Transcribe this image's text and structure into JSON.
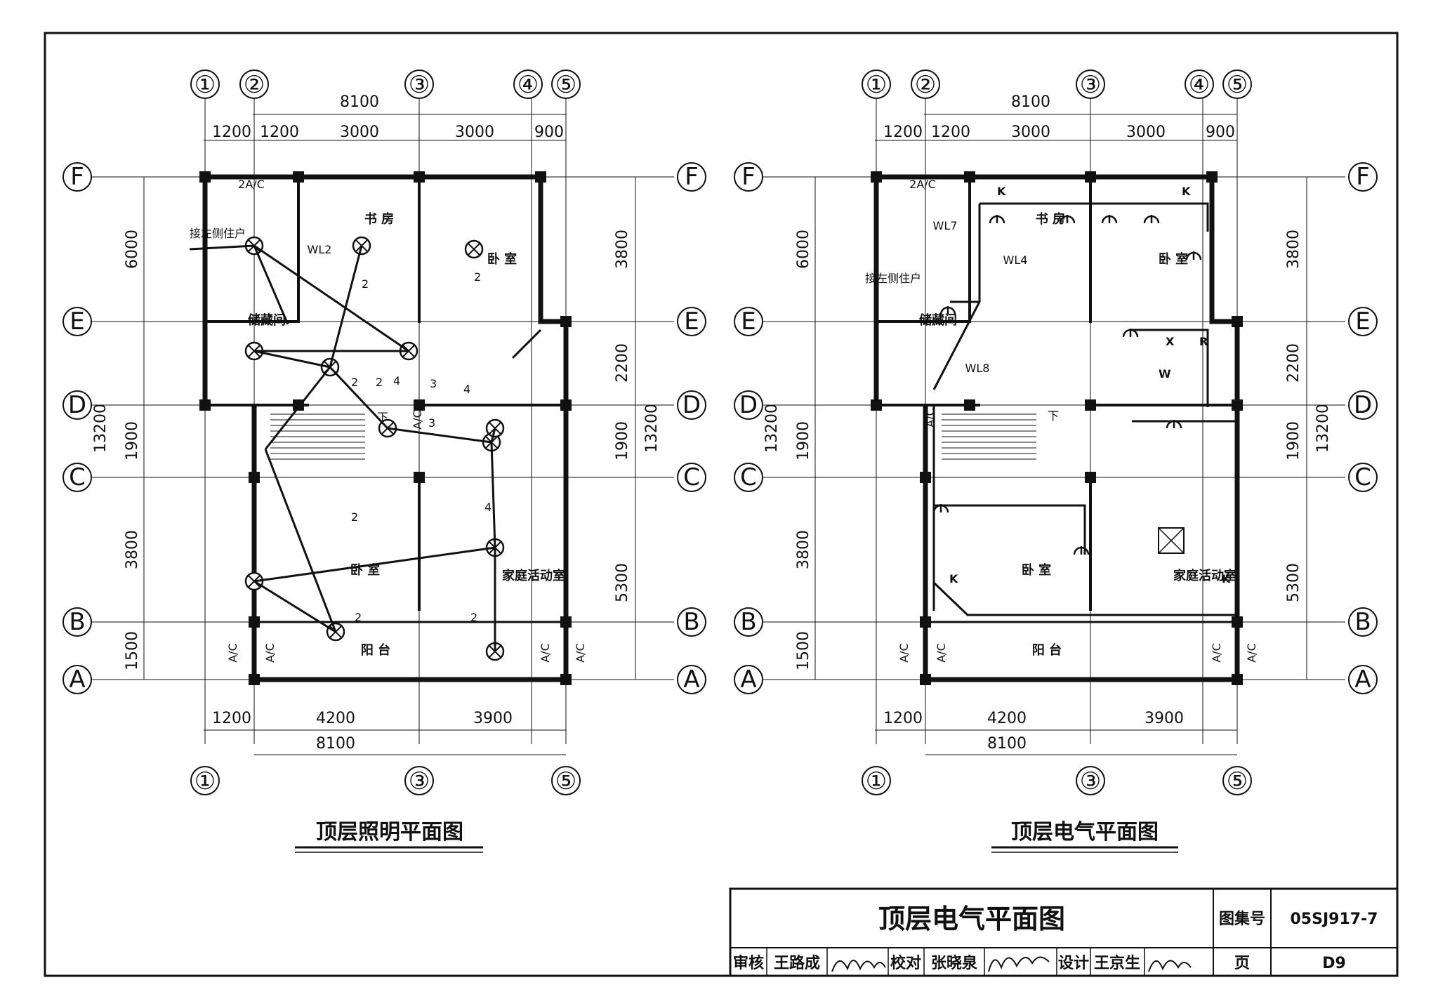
{
  "plans": [
    {
      "title": "顶层照明平面图",
      "axes_top": [
        "①",
        "②",
        "③",
        "④",
        "⑤"
      ],
      "axes_bottom": [
        "①",
        "③",
        "⑤"
      ],
      "axes_rows": [
        "F",
        "E",
        "D",
        "C",
        "B",
        "A"
      ],
      "dims_top_total": "8100",
      "dims_top": [
        "1200",
        "1200",
        "3000",
        "3000",
        "900"
      ],
      "dims_bottom": [
        "1200",
        "4200",
        "3900"
      ],
      "dims_bottom_total": "8100",
      "dims_left": [
        "6000",
        "1900",
        "3800",
        "1500"
      ],
      "dims_left_total": "13200",
      "dims_right": [
        "3800",
        "2200",
        "1900",
        "5300"
      ],
      "dims_right_total": "13200",
      "rooms": [
        "书 房",
        "卧 室",
        "储藏间",
        "卧 室",
        "家庭活动室",
        "阳 台"
      ],
      "labels": [
        "接左侧住户",
        "WL2",
        "2A/C",
        "A/C",
        "A/C",
        "A/C",
        "A/C",
        "A/C",
        "下"
      ],
      "counts": [
        "2",
        "2",
        "2",
        "2",
        "4",
        "3",
        "3",
        "4",
        "4",
        "2",
        "2",
        "2"
      ]
    },
    {
      "title": "顶层电气平面图",
      "axes_top": [
        "①",
        "②",
        "③",
        "④",
        "⑤"
      ],
      "axes_bottom": [
        "①",
        "③",
        "⑤"
      ],
      "axes_rows": [
        "F",
        "E",
        "D",
        "C",
        "B",
        "A"
      ],
      "dims_top_total": "8100",
      "dims_top": [
        "1200",
        "1200",
        "3000",
        "3000",
        "900"
      ],
      "dims_bottom": [
        "1200",
        "4200",
        "3900"
      ],
      "dims_bottom_total": "8100",
      "dims_left": [
        "6000",
        "1900",
        "3800",
        "1500"
      ],
      "dims_left_total": "13200",
      "dims_right": [
        "3800",
        "2200",
        "1900",
        "5300"
      ],
      "dims_right_total": "13200",
      "rooms": [
        "书 房",
        "卧 室",
        "储藏间",
        "卧 室",
        "家庭活动室",
        "阳 台"
      ],
      "labels": [
        "接左侧住户",
        "WL7",
        "WL4",
        "WL8",
        "2A/C",
        "A/C",
        "A/C",
        "A/C",
        "A/C",
        "A/C",
        "下"
      ],
      "socket_marks": [
        "K",
        "K",
        "X",
        "R",
        "W",
        "K",
        "K"
      ]
    }
  ],
  "title_block": {
    "title": "顶层电气平面图",
    "atlas_label": "图集号",
    "atlas_no": "05SJ917-7",
    "page_label": "页",
    "page_no": "D9",
    "review_label": "审核",
    "review_name": "王路成",
    "check_label": "校对",
    "check_name": "张晓泉",
    "design_label": "设计",
    "design_name": "王京生"
  }
}
